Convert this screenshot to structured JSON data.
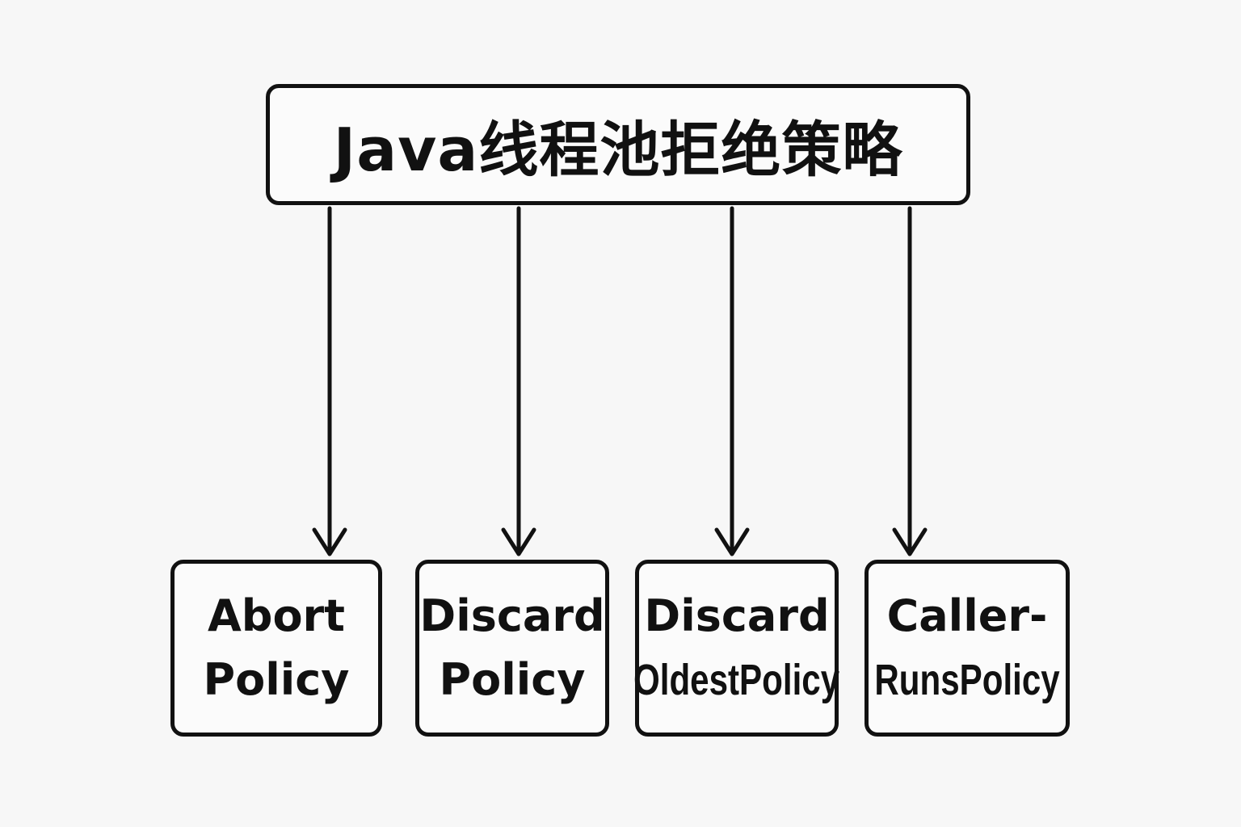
{
  "diagram": {
    "root": {
      "label": "Java线程池拒绝策略"
    },
    "children": [
      {
        "line1": "Abort",
        "line2": "Policy"
      },
      {
        "line1": "Discard",
        "line2": "Policy"
      },
      {
        "line1": "Discard",
        "line2": "OldestPolicy"
      },
      {
        "line1": "Caller-",
        "line2": "RunsPolicy"
      }
    ]
  },
  "colors": {
    "stroke": "#111111",
    "background": "#f7f7f7",
    "box_fill": "#fbfbfb"
  }
}
